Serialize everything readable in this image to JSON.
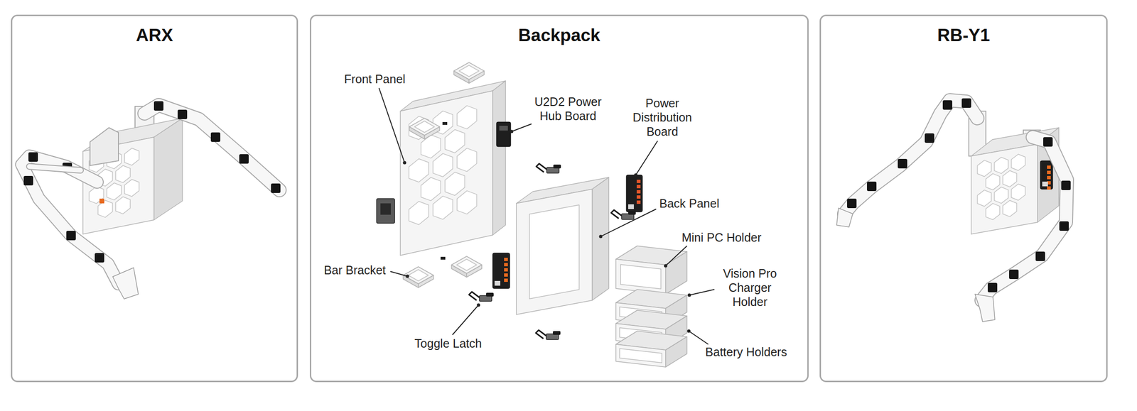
{
  "diagram": {
    "nodes": [
      {
        "text": [
          "ARX"
        ]
      },
      {
        "text": [
          "Backpack"
        ]
      },
      {
        "text": [
          "RB-Y1"
        ]
      }
    ],
    "labels": [
      "Front Panel",
      "U2D2 Power Hub Board",
      "Power Distribution Board",
      "Back Panel",
      "Mini PC Holder",
      "Vision Pro Charger Holder",
      "Battery Holders",
      "Bar Bracket",
      "Toggle Latch"
    ]
  }
}
